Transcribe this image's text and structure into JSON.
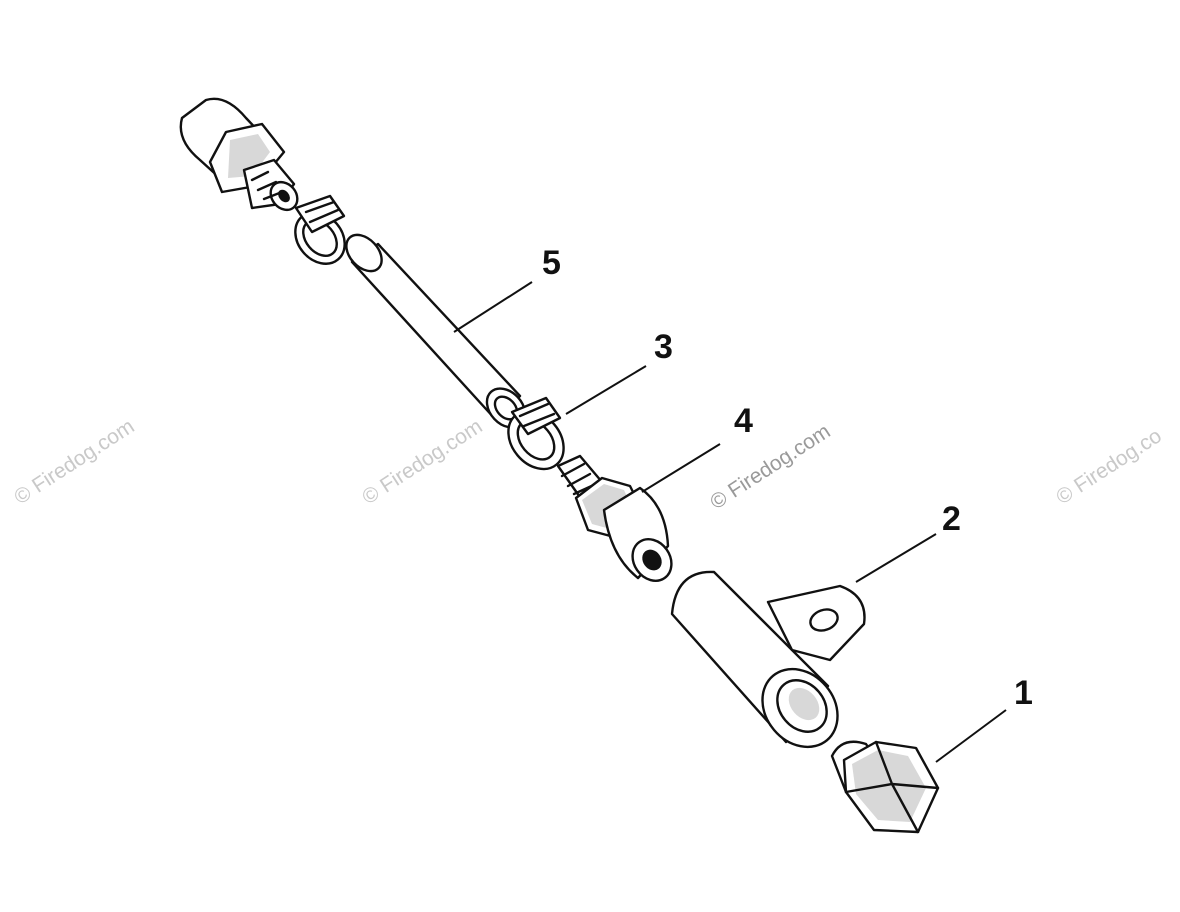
{
  "diagram": {
    "callouts": [
      {
        "id": "1",
        "label": "1"
      },
      {
        "id": "2",
        "label": "2"
      },
      {
        "id": "3",
        "label": "3"
      },
      {
        "id": "4",
        "label": "4"
      },
      {
        "id": "5",
        "label": "5"
      }
    ],
    "watermarks": {
      "main": "© Firedog.com",
      "repeat": "© Firedog.com",
      "edge_right": "© Firedog.co"
    }
  },
  "colors": {
    "line": "#111111",
    "watermark": "#9a9a9a",
    "background": "#ffffff"
  }
}
